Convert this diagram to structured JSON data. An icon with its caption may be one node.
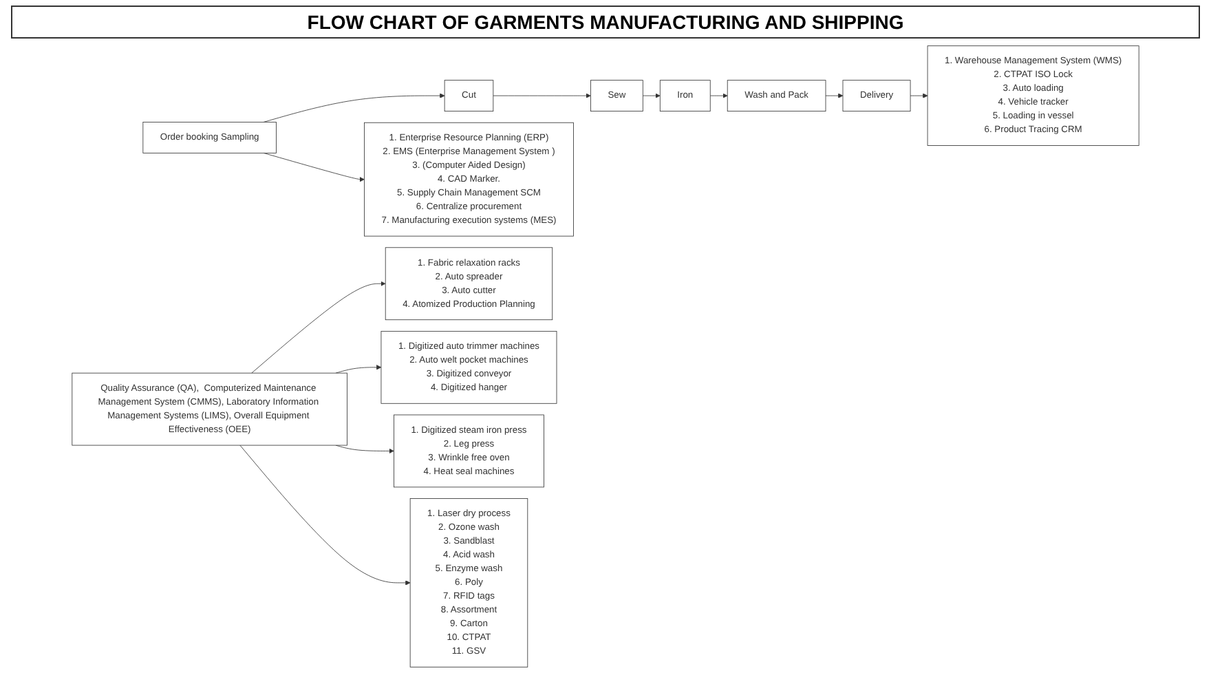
{
  "diagram": {
    "title": "FLOW CHART OF GARMENTS MANUFACTURING AND SHIPPING",
    "nodes": [
      {
        "text": [
          "Order booking Sampling"
        ]
      },
      {
        "text": [
          "Cut"
        ]
      },
      {
        "text": [
          "Sew"
        ]
      },
      {
        "text": [
          "Iron"
        ]
      },
      {
        "text": [
          "Wash and Pack"
        ]
      },
      {
        "text": [
          "Delivery"
        ]
      },
      {
        "text": [
          "Quality Assurance (QA),  Computerized Maintenance Management System (CMMS), Laboratory Information Management Systems (LIMS), Overall Equipment Effectiveness (OEE)"
        ]
      },
      {
        "text": [
          "1. Enterprise Resource Planning (ERP)",
          "2. EMS (Enterprise Management System )",
          "3. (Computer Aided Design)",
          "4. CAD Marker.",
          "5. Supply Chain Management SCM",
          "6. Centralize procurement",
          "7. Manufacturing execution systems (MES)"
        ]
      },
      {
        "text": [
          "1. Fabric relaxation racks",
          "2. Auto spreader",
          "3. Auto cutter",
          "4. Atomized Production Planning"
        ]
      },
      {
        "text": [
          "1. Digitized auto trimmer machines",
          "2. Auto welt pocket machines",
          "3. Digitized conveyor",
          "4. Digitized hanger"
        ]
      },
      {
        "text": [
          "1. Digitized steam iron press",
          "2. Leg press",
          "3. Wrinkle free oven",
          "4. Heat seal machines"
        ]
      },
      {
        "text": [
          "1. Laser dry process",
          "2. Ozone wash",
          "3. Sandblast",
          "4. Acid wash",
          "5. Enzyme wash",
          "6. Poly",
          "7. RFID tags",
          "8. Assortment",
          "9. Carton",
          "10. CTPAT",
          "11. GSV"
        ]
      },
      {
        "text": [
          "1. Warehouse Management System (WMS)",
          "2. CTPAT ISO Lock",
          "3. Auto loading",
          "4. Vehicle tracker",
          "5. Loading in vessel",
          "6. Product Tracing CRM"
        ]
      }
    ],
    "edges": [
      {
        "from": 0,
        "to": 1,
        "arrow": "to"
      },
      {
        "from": 1,
        "to": 2,
        "arrow": "to"
      },
      {
        "from": 2,
        "to": 3,
        "arrow": "to"
      },
      {
        "from": 3,
        "to": 4,
        "arrow": "to"
      },
      {
        "from": 4,
        "to": 5,
        "arrow": "to"
      },
      {
        "from": 0,
        "to": 7,
        "arrow": "to"
      },
      {
        "from": 6,
        "to": 8,
        "arrow": "to"
      },
      {
        "from": 6,
        "to": 9,
        "arrow": "to"
      },
      {
        "from": 6,
        "to": 10,
        "arrow": "to"
      },
      {
        "from": 6,
        "to": 11,
        "arrow": "to"
      },
      {
        "from": 5,
        "to": 12,
        "arrow": "to"
      }
    ]
  }
}
